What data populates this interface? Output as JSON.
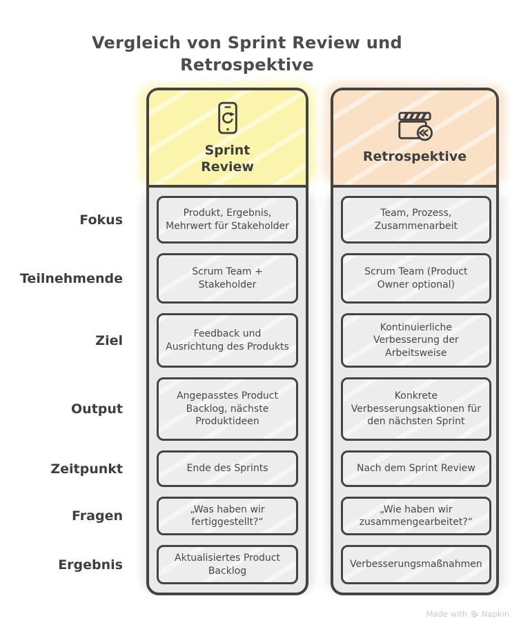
{
  "title": "Vergleich von Sprint Review und Retrospektive",
  "columns": [
    {
      "id": "sprint-review",
      "label": "Sprint Review",
      "icon": "smartphone-refresh-icon",
      "header_color": "#fbf4ac"
    },
    {
      "id": "retrospektive",
      "label": "Retrospektive",
      "icon": "clapperboard-rewind-icon",
      "header_color": "#fae0c5"
    }
  ],
  "rows": [
    {
      "label": "Fokus",
      "sprint_review": "Produkt, Ergebnis, Mehrwert für Stakeholder",
      "retrospektive": "Team, Prozess, Zusammenarbeit"
    },
    {
      "label": "Teilnehmende",
      "sprint_review": "Scrum Team + Stakeholder",
      "retrospektive": "Scrum Team (Product Owner optional)"
    },
    {
      "label": "Ziel",
      "sprint_review": "Feedback und Ausrichtung des Produkts",
      "retrospektive": "Kontinuierliche Verbesserung der Arbeitsweise"
    },
    {
      "label": "Output",
      "sprint_review": "Angepasstes Product Backlog, nächste Produktideen",
      "retrospektive": "Konkrete Verbesserungsaktionen für den nächsten Sprint"
    },
    {
      "label": "Zeitpunkt",
      "sprint_review": "Ende des Sprints",
      "retrospektive": "Nach dem Sprint Review"
    },
    {
      "label": "Fragen",
      "sprint_review": "„Was haben wir fertiggestellt?“",
      "retrospektive": "„Wie haben wir zusammengearbeitet?“"
    },
    {
      "label": "Ergebnis",
      "sprint_review": "Aktualisiertes Product Backlog",
      "retrospektive": "Verbesserungsmaßnahmen"
    }
  ],
  "watermark": {
    "prefix": "Made with",
    "brand": "Napkin",
    "icon": "napkin-logo-icon"
  },
  "colors": {
    "sprint_header": "#fbf4ac",
    "retro_header": "#fae0c5",
    "panel_background": "#e9e9e9",
    "cell_background": "#ededed",
    "stroke": "#434343",
    "title_text": "#4c4c4c",
    "cell_text": "#474747",
    "watermark_text": "#c9c9c9"
  }
}
